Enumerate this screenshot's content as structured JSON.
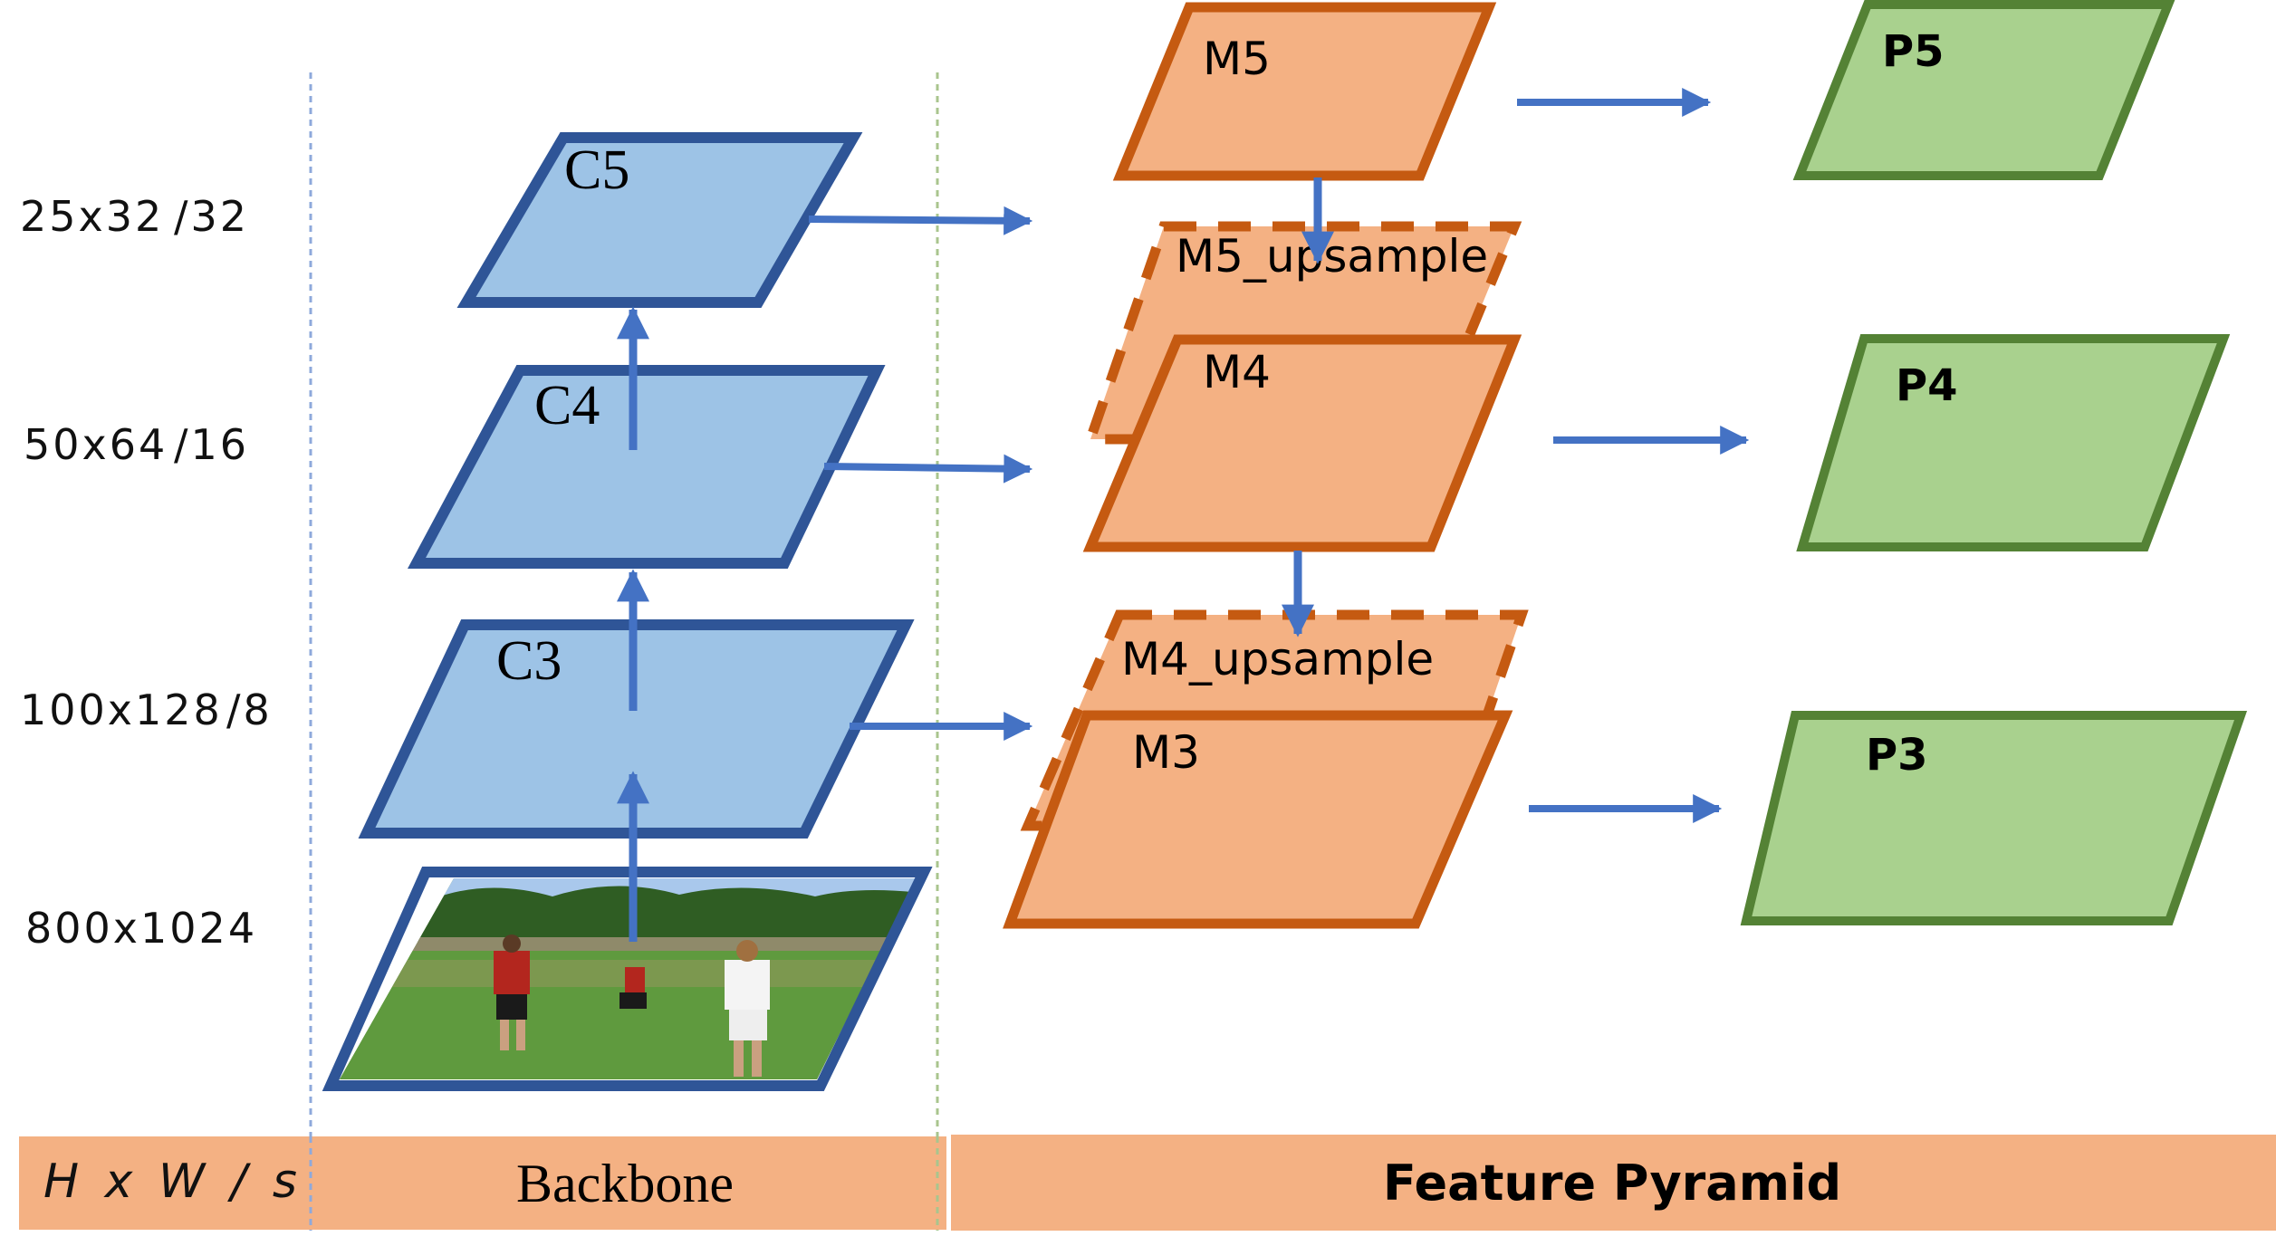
{
  "colors": {
    "backbone_fill": "#9dc3e6",
    "backbone_stroke": "#2f5597",
    "pyramid_fill": "#f4b183",
    "pyramid_stroke": "#c55a11",
    "output_fill": "#a9d18e",
    "output_stroke": "#548235",
    "arrow": "#4472c4",
    "footer_bar": "#f4b183"
  },
  "scale_labels": [
    {
      "size": "25x32",
      "stride": "/32"
    },
    {
      "size": "50x64",
      "stride": "/16"
    },
    {
      "size": "100x128",
      "stride": "/8"
    },
    {
      "size": "800x1024",
      "stride": ""
    }
  ],
  "backbone": {
    "input_image": "soccer-field-photo",
    "levels": [
      {
        "label": "C3"
      },
      {
        "label": "C4"
      },
      {
        "label": "C5"
      }
    ]
  },
  "pyramid": {
    "lateral": [
      {
        "label": "M5"
      },
      {
        "label": "M4"
      },
      {
        "label": "M3"
      }
    ],
    "upsampled": [
      {
        "label": "M5_upsample"
      },
      {
        "label": "M4_upsample"
      }
    ]
  },
  "outputs": [
    {
      "label": "P5"
    },
    {
      "label": "P4"
    },
    {
      "label": "P3"
    }
  ],
  "footer": {
    "scale_header": "H x W  / s",
    "backbone_header": "Backbone",
    "pyramid_header": "Feature Pyramid"
  }
}
